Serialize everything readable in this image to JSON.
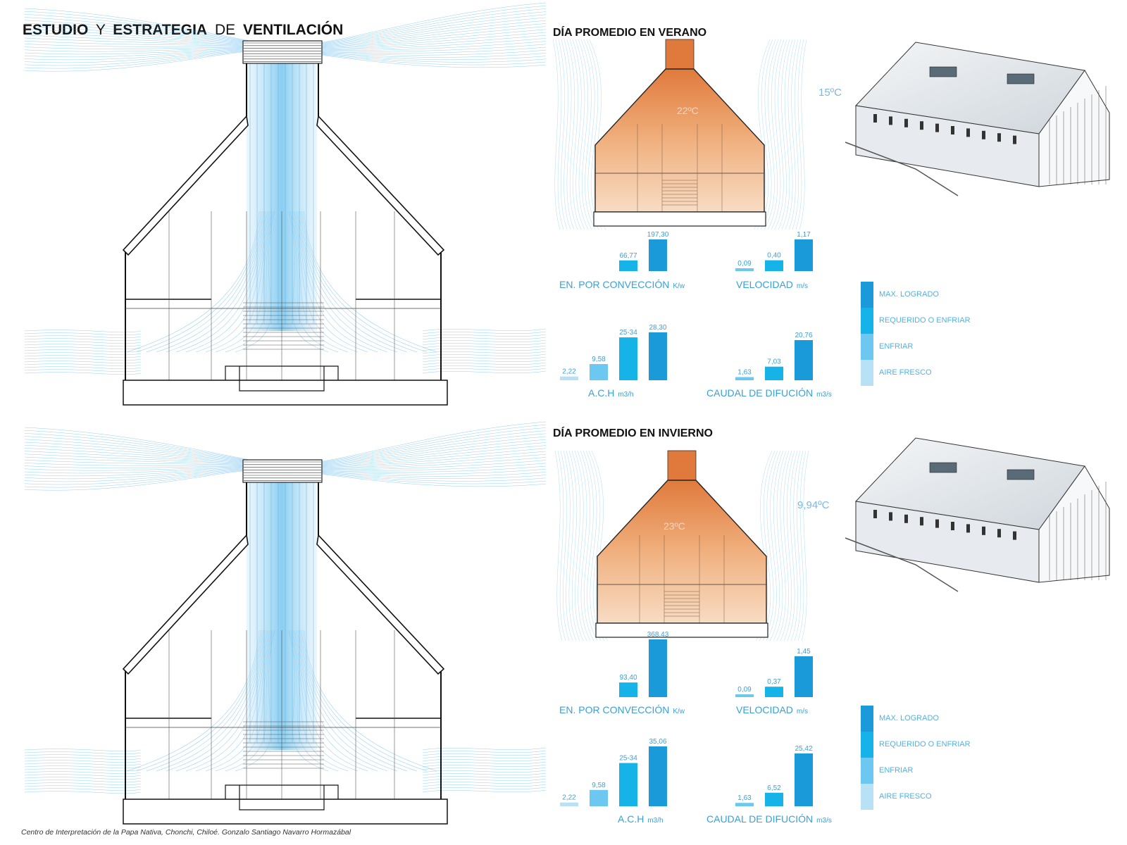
{
  "title": {
    "w1": "ESTUDIO",
    "w2": "Y",
    "w3": "ESTRATEGIA",
    "w4": "DE",
    "w5": "VENTILACIÓN"
  },
  "caption": "Centro de Interpretación de la Papa Nativa, Chonchi, Chiloé. Gonzalo Santiago Navarro Hormazábal",
  "colors": {
    "aire_fresco": "#b9e1f5",
    "enfriar": "#6cc8f0",
    "requerido": "#15b3e8",
    "max_logrado": "#1a9ad9",
    "warm": "#e8854a",
    "airflow": "#3aa8e6"
  },
  "summer": {
    "title": "DÍA PROMEDIO EN VERANO",
    "temp_outside": "15ºC",
    "temp_inside": "22ºC"
  },
  "winter": {
    "title": "DÍA PROMEDIO EN INVIERNO",
    "temp_outside": "9,94ºC",
    "temp_inside": "23ºC"
  },
  "legend": [
    "MAX. LOGRADO",
    "REQUERIDO O ENFRIAR",
    "ENFRIAR",
    "AIRE FRESCO"
  ],
  "chart_data": [
    {
      "type": "bar",
      "season": "summer",
      "title": "EN. POR CONVECCIÓN",
      "unit": "K/w",
      "labels": [
        "66,77",
        "197,30"
      ],
      "values": [
        66.77,
        197.3
      ],
      "colors": [
        "requerido",
        "max_logrado"
      ],
      "ymax": 197.3
    },
    {
      "type": "bar",
      "season": "summer",
      "title": "VELOCIDAD",
      "unit": "m/s",
      "labels": [
        "0,09",
        "0,40",
        "1,17"
      ],
      "values": [
        0.09,
        0.4,
        1.17
      ],
      "colors": [
        "enfriar",
        "requerido",
        "max_logrado"
      ],
      "ymax": 1.17
    },
    {
      "type": "bar",
      "season": "summer",
      "title": "A.C.H",
      "unit": "m3/h",
      "labels": [
        "2,22",
        "9,58",
        "25-34",
        "28,30"
      ],
      "values": [
        2.22,
        9.58,
        25.34,
        28.3
      ],
      "colors": [
        "aire_fresco",
        "enfriar",
        "requerido",
        "max_logrado"
      ],
      "ymax": 28.3
    },
    {
      "type": "bar",
      "season": "summer",
      "title": "CAUDAL DE DIFUCIÓN",
      "unit": "m3/s",
      "labels": [
        "1,63",
        "7,03",
        "20,76"
      ],
      "values": [
        1.63,
        7.03,
        20.76
      ],
      "colors": [
        "enfriar",
        "requerido",
        "max_logrado"
      ],
      "ymax": 20.76
    },
    {
      "type": "bar",
      "season": "winter",
      "title": "EN. POR CONVECCIÓN",
      "unit": "K/w",
      "labels": [
        "93,40",
        "368,43"
      ],
      "values": [
        93.4,
        368.43
      ],
      "colors": [
        "requerido",
        "max_logrado"
      ],
      "ymax": 368.43
    },
    {
      "type": "bar",
      "season": "winter",
      "title": "VELOCIDAD",
      "unit": "m/s",
      "labels": [
        "0,09",
        "0,37",
        "1,45"
      ],
      "values": [
        0.09,
        0.37,
        1.45
      ],
      "colors": [
        "enfriar",
        "requerido",
        "max_logrado"
      ],
      "ymax": 1.45
    },
    {
      "type": "bar",
      "season": "winter",
      "title": "A.C.H",
      "unit": "m3/h",
      "labels": [
        "2,22",
        "9,58",
        "25-34",
        "35,06"
      ],
      "values": [
        2.22,
        9.58,
        25.34,
        35.06
      ],
      "colors": [
        "aire_fresco",
        "enfriar",
        "requerido",
        "max_logrado"
      ],
      "ymax": 35.06
    },
    {
      "type": "bar",
      "season": "winter",
      "title": "CAUDAL DE DIFUCIÓN",
      "unit": "m3/s",
      "labels": [
        "1,63",
        "6,52",
        "25,42"
      ],
      "values": [
        1.63,
        6.52,
        25.42
      ],
      "colors": [
        "enfriar",
        "requerido",
        "max_logrado"
      ],
      "ymax": 25.42
    }
  ]
}
